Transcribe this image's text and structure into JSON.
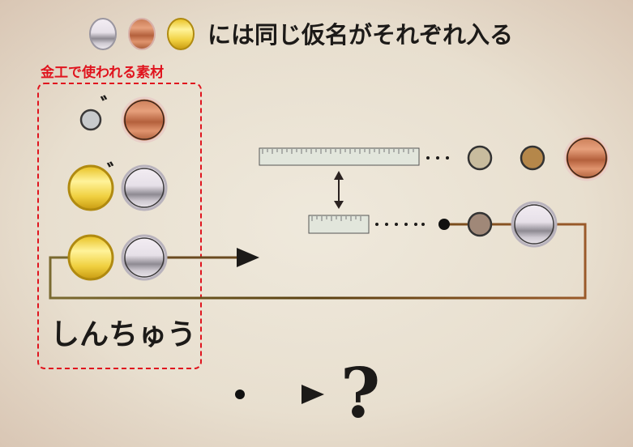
{
  "title": {
    "text": "には同じ仮名がそれぞれ入る",
    "coins": [
      "silver",
      "copper",
      "gold"
    ]
  },
  "materials_box": {
    "label": "金工で使われる素材"
  },
  "rows": [
    {
      "left": "small-gray",
      "right": "copper",
      "dakuten": "゛"
    },
    {
      "left": "gold",
      "right": "silver",
      "dakuten": "゛"
    },
    {
      "left": "gold",
      "right": "silver"
    }
  ],
  "brass_label": "しんちゅう",
  "question_mark": "?",
  "colors": {
    "red": "#e0141e",
    "line": "#8a5a2b",
    "dot1": "#c8bc9e",
    "dot2": "#b5874a",
    "dot3": "#a08878"
  }
}
